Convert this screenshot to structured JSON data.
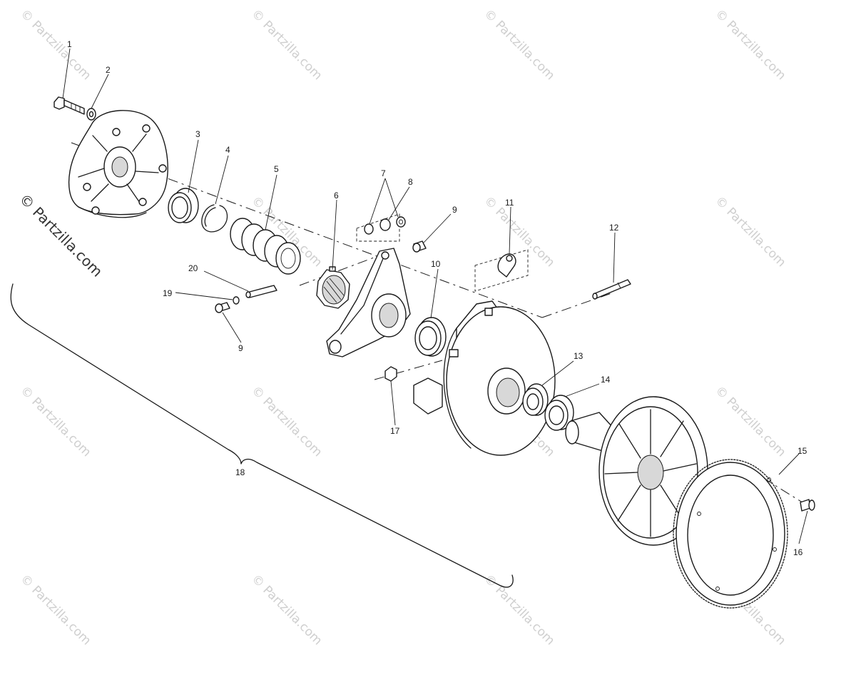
{
  "watermark": {
    "text": "© Partzilla.com",
    "side_text": "© Partzilla.com",
    "color": "#cfcfcf"
  },
  "callouts": [
    {
      "id": "1",
      "label": "1"
    },
    {
      "id": "2",
      "label": "2"
    },
    {
      "id": "3",
      "label": "3"
    },
    {
      "id": "4",
      "label": "4"
    },
    {
      "id": "5",
      "label": "5"
    },
    {
      "id": "6",
      "label": "6"
    },
    {
      "id": "7",
      "label": "7"
    },
    {
      "id": "8",
      "label": "8"
    },
    {
      "id": "9a",
      "label": "9"
    },
    {
      "id": "10",
      "label": "10"
    },
    {
      "id": "11",
      "label": "11"
    },
    {
      "id": "12",
      "label": "12"
    },
    {
      "id": "13",
      "label": "13"
    },
    {
      "id": "14",
      "label": "14"
    },
    {
      "id": "15",
      "label": "15"
    },
    {
      "id": "16",
      "label": "16"
    },
    {
      "id": "17",
      "label": "17"
    },
    {
      "id": "18",
      "label": "18"
    },
    {
      "id": "19",
      "label": "19"
    },
    {
      "id": "20",
      "label": "20"
    },
    {
      "id": "9b",
      "label": "9"
    }
  ]
}
